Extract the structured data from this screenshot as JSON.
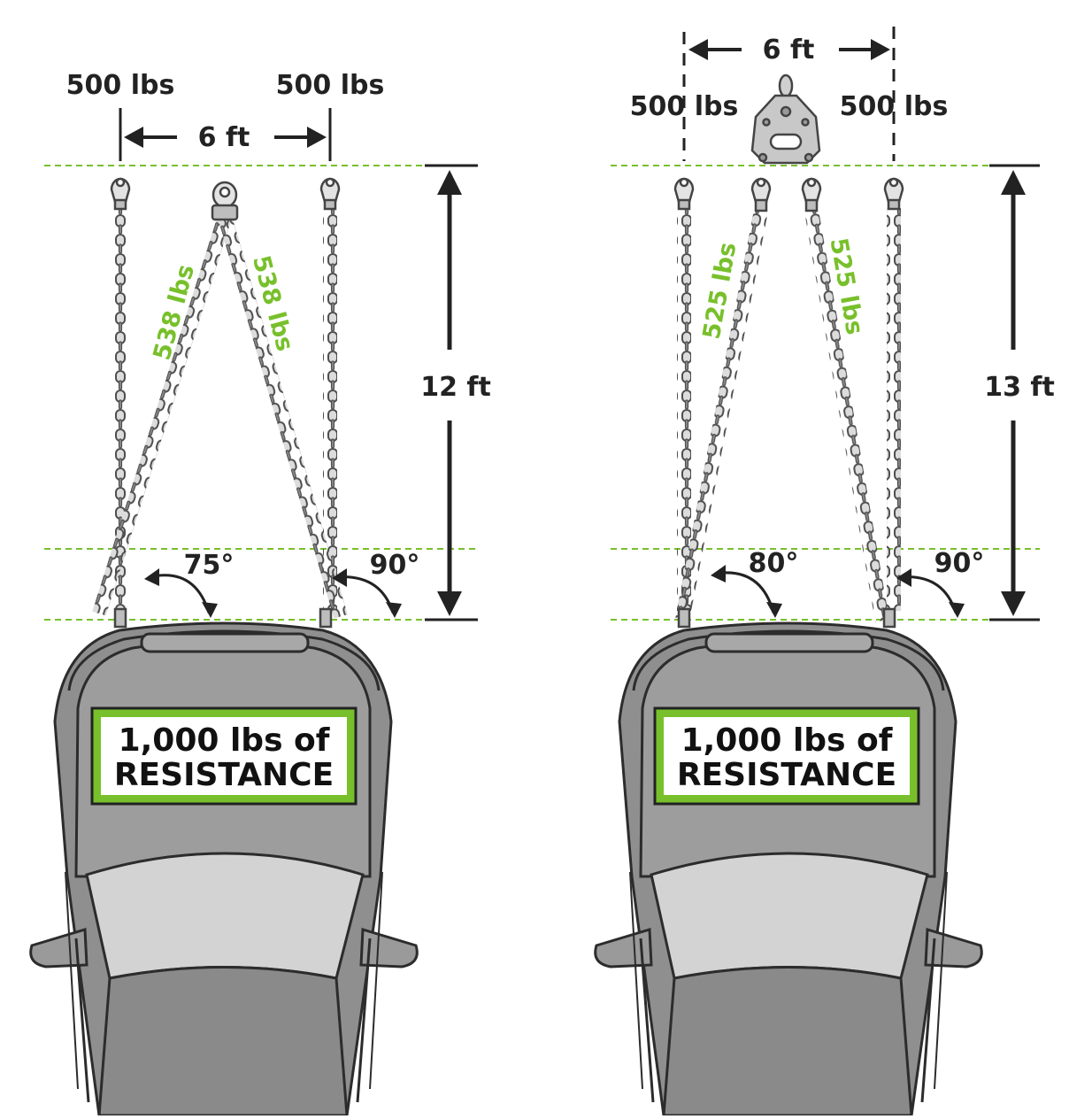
{
  "colors": {
    "accent_green": "#78c02b",
    "dimension_dark": "#222222",
    "vehicle_gray": "#8f8f8f",
    "vehicle_outline": "#2c2c2c",
    "chain_fill": "#d8d8d8",
    "chain_stroke": "#555555"
  },
  "left_setup": {
    "top_load_left": "500 lbs",
    "top_load_right": "500 lbs",
    "span_width": "6 ft",
    "height": "12 ft",
    "leg_load_left": "538 lbs",
    "leg_load_right": "538 lbs",
    "angle_v": "75°",
    "angle_vertical": "90°",
    "resistance_line1": "1,000 lbs of",
    "resistance_line2": "RESISTANCE"
  },
  "right_setup": {
    "top_load_left": "500 lbs",
    "top_load_right": "500 lbs",
    "span_width": "6 ft",
    "height": "13 ft",
    "leg_load_left": "525 lbs",
    "leg_load_right": "525 lbs",
    "angle_v": "80°",
    "angle_vertical": "90°",
    "resistance_line1": "1,000 lbs of",
    "resistance_line2": "RESISTANCE"
  }
}
